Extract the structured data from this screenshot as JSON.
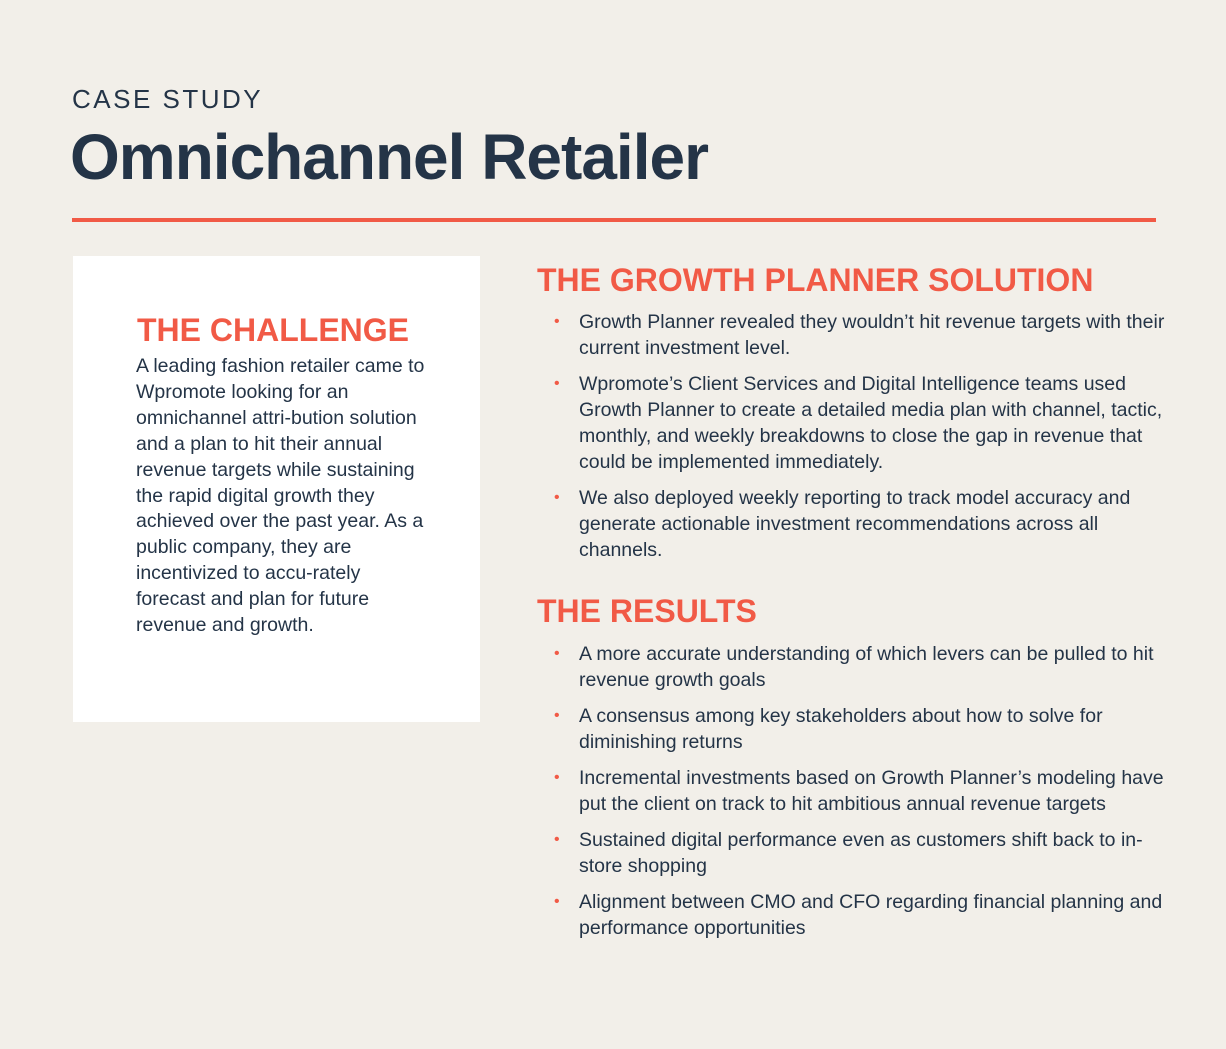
{
  "header": {
    "eyebrow": "CASE STUDY",
    "title": "Omnichannel Retailer"
  },
  "colors": {
    "accent": "#f15a46",
    "text": "#243447",
    "background": "#f2efe9",
    "card": "#ffffff"
  },
  "challenge": {
    "heading": "THE CHALLENGE",
    "body": "A leading fashion retailer came to Wpromote looking for an omnichannel attri-bution solution and a plan to hit their annual revenue targets while sustaining the rapid digital growth they achieved over the past year. As a public company, they are incentivized to accu-rately forecast and plan for future revenue and growth."
  },
  "solution": {
    "heading": "THE GROWTH PLANNER SOLUTION",
    "bullet_icon": "bullet-dot",
    "items": [
      "Growth Planner revealed they wouldn’t hit revenue targets with their current investment level.",
      "Wpromote’s Client Services and Digital Intelligence teams used Growth Planner to create a detailed media plan with channel, tactic, monthly, and weekly breakdowns to close the gap in revenue that could be implemented immediately.",
      "We also deployed weekly reporting to track model accuracy and generate actionable investment recommendations across all channels."
    ]
  },
  "results": {
    "heading": "THE RESULTS",
    "bullet_icon": "bullet-dot",
    "items": [
      "A more accurate understanding of which levers can be pulled to hit revenue growth goals",
      "A consensus among key stakeholders about how to solve for diminishing returns",
      "Incremental investments based on Growth Planner’s modeling have put the client on track to hit ambitious annual revenue targets",
      "Sustained digital performance even as customers shift back to in-store shopping",
      "Alignment between CMO and CFO regarding financial planning and performance opportunities"
    ]
  }
}
